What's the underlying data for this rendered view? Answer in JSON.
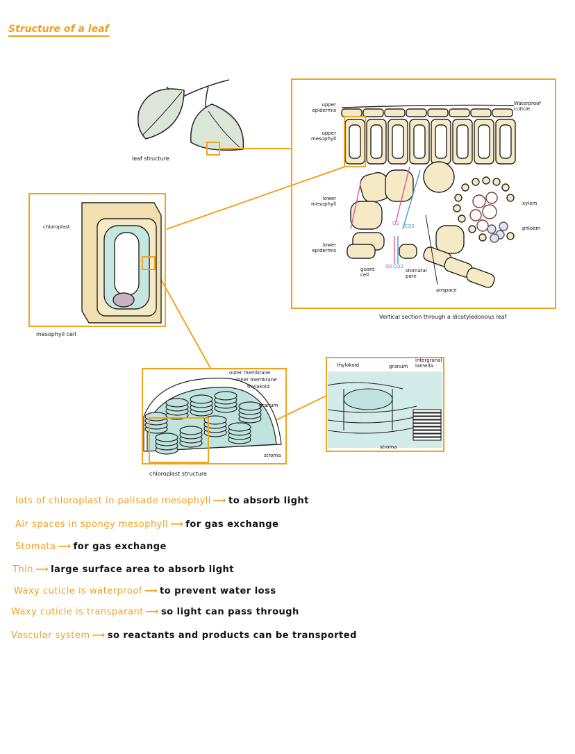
{
  "title": "Structure of a leaf",
  "leaf": {
    "caption": "leaf structure"
  },
  "section": {
    "caption": "Vertical section through a dicotyledonous leaf",
    "labels": {
      "upper_epidermis": "upper epidermis",
      "upper_mesophyll": "upper mesophyll",
      "lower_mesophyll": "lower mesophyll",
      "lower_epidermis": "lower epidermis",
      "cuticle": "Waterproof cuticle",
      "xylem": "xylem",
      "phloem": "phloem",
      "guard_cell": "guard cell",
      "stomatal_pore": "stomatal pore",
      "airspace": "airspace",
      "o2_inner": "O2",
      "co2_inner": "CO2",
      "o2_outer": "O2",
      "co2_outer": "CO2"
    }
  },
  "mesophyll": {
    "caption": "mesophyll cell",
    "chloroplast_label": "chloroplast"
  },
  "chloroplast": {
    "caption": "chloroplast structure",
    "labels": {
      "outer": "outer membrane",
      "inner": "inner membrane",
      "thylakoid": "thylakoid",
      "granum": "granum",
      "stroma": "stroma"
    }
  },
  "zoom": {
    "labels": {
      "thylakoid": "thylakoid",
      "granum": "granum",
      "lamella": "intergranal lamella",
      "stroma": "stroma"
    }
  },
  "notes": [
    {
      "feature": "lots of chloroplast in palisade mesophyll",
      "reason": "to absorb light"
    },
    {
      "feature": "Air spaces in spongy mesophyll",
      "reason": "for gas exchange"
    },
    {
      "feature": "Stomata",
      "reason": "for gas exchange"
    },
    {
      "feature": "Thin",
      "reason": "large surface area to absorb light"
    },
    {
      "feature": "Waxy cuticle is waterproof",
      "reason": "to prevent water loss"
    },
    {
      "feature": "Waxy cuticle is transparant",
      "reason": "so light can pass through"
    },
    {
      "feature": "Vascular system",
      "reason": "so reactants and products can be transported"
    }
  ],
  "arrow_glyph": "⟶",
  "colors": {
    "accent": "#f0a01e",
    "cell": "#f6eac6",
    "chloro": "#bfe3de",
    "o2": "#e0559a",
    "co2": "#3c9ad8"
  }
}
